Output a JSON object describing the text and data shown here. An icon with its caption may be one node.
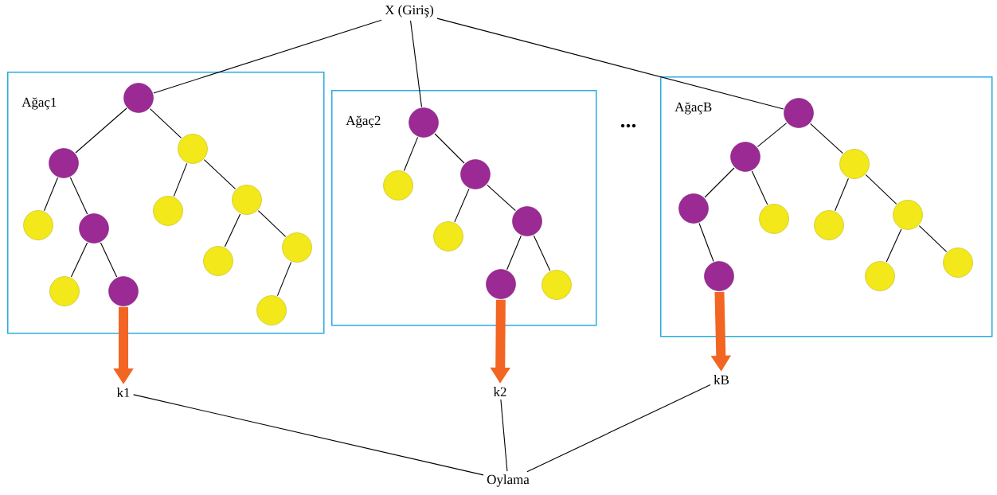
{
  "diagram": {
    "nodes": [
      {
        "text": [
          "X (Giriş)"
        ]
      },
      {
        "text": [
          "Ağaç1"
        ]
      },
      {
        "text": [],
        "shape": "circle",
        "in": 1
      },
      {
        "text": [],
        "shape": "circle",
        "in": 1
      },
      {
        "text": [],
        "shape": "circle",
        "in": 1
      },
      {
        "text": [],
        "shape": "circle",
        "in": 1
      },
      {
        "text": [],
        "shape": "circle",
        "in": 1
      },
      {
        "text": [],
        "shape": "circle",
        "in": 1
      },
      {
        "text": [],
        "shape": "circle",
        "in": 1
      },
      {
        "text": [],
        "shape": "circle",
        "in": 1
      },
      {
        "text": [],
        "shape": "circle",
        "in": 1
      },
      {
        "text": [],
        "shape": "circle",
        "in": 1
      },
      {
        "text": [],
        "shape": "circle",
        "in": 1
      },
      {
        "text": [],
        "shape": "circle",
        "in": 1
      },
      {
        "text": [
          "Ağaç2"
        ]
      },
      {
        "text": [],
        "shape": "circle",
        "in": 14
      },
      {
        "text": [],
        "shape": "circle",
        "in": 14
      },
      {
        "text": [],
        "shape": "circle",
        "in": 14
      },
      {
        "text": [],
        "shape": "circle",
        "in": 14
      },
      {
        "text": [],
        "shape": "circle",
        "in": 14
      },
      {
        "text": [],
        "shape": "circle",
        "in": 14
      },
      {
        "text": [],
        "shape": "circle",
        "in": 14
      },
      {
        "text": [
          "AğaçB"
        ]
      },
      {
        "text": [],
        "shape": "circle",
        "in": 22
      },
      {
        "text": [],
        "shape": "circle",
        "in": 22
      },
      {
        "text": [],
        "shape": "circle",
        "in": 22
      },
      {
        "text": [],
        "shape": "circle",
        "in": 22
      },
      {
        "text": [],
        "shape": "circle",
        "in": 22
      },
      {
        "text": [],
        "shape": "circle",
        "in": 22
      },
      {
        "text": [],
        "shape": "circle",
        "in": 22
      },
      {
        "text": [],
        "shape": "circle",
        "in": 22
      },
      {
        "text": [],
        "shape": "circle",
        "in": 22
      },
      {
        "text": [],
        "shape": "circle",
        "in": 22
      },
      {
        "text": [
          "k1"
        ]
      },
      {
        "text": [
          "k2"
        ]
      },
      {
        "text": [
          "kB"
        ]
      },
      {
        "text": [
          "Oylama"
        ]
      }
    ],
    "edges": [
      {
        "from": 0,
        "to": 2,
        "arrow": "none"
      },
      {
        "from": 0,
        "to": 15,
        "arrow": "none"
      },
      {
        "from": 0,
        "to": 23,
        "arrow": "none"
      },
      {
        "from": 2,
        "to": 3,
        "arrow": "none"
      },
      {
        "from": 2,
        "to": 4,
        "arrow": "none"
      },
      {
        "from": 3,
        "to": 5,
        "arrow": "none"
      },
      {
        "from": 3,
        "to": 6,
        "arrow": "none"
      },
      {
        "from": 6,
        "to": 9,
        "arrow": "none"
      },
      {
        "from": 6,
        "to": 10,
        "arrow": "none"
      },
      {
        "from": 4,
        "to": 7,
        "arrow": "none"
      },
      {
        "from": 4,
        "to": 8,
        "arrow": "none"
      },
      {
        "from": 8,
        "to": 11,
        "arrow": "none"
      },
      {
        "from": 8,
        "to": 12,
        "arrow": "none"
      },
      {
        "from": 12,
        "to": 13,
        "arrow": "none"
      },
      {
        "from": 15,
        "to": 16,
        "arrow": "none"
      },
      {
        "from": 15,
        "to": 17,
        "arrow": "none"
      },
      {
        "from": 17,
        "to": 18,
        "arrow": "none"
      },
      {
        "from": 17,
        "to": 19,
        "arrow": "none"
      },
      {
        "from": 19,
        "to": 20,
        "arrow": "none"
      },
      {
        "from": 19,
        "to": 21,
        "arrow": "none"
      },
      {
        "from": 23,
        "to": 24,
        "arrow": "none"
      },
      {
        "from": 23,
        "to": 25,
        "arrow": "none"
      },
      {
        "from": 24,
        "to": 26,
        "arrow": "none"
      },
      {
        "from": 24,
        "to": 27,
        "arrow": "none"
      },
      {
        "from": 25,
        "to": 28,
        "arrow": "none"
      },
      {
        "from": 25,
        "to": 29,
        "arrow": "none"
      },
      {
        "from": 26,
        "to": 30,
        "arrow": "none"
      },
      {
        "from": 29,
        "to": 31,
        "arrow": "none"
      },
      {
        "from": 29,
        "to": 32,
        "arrow": "none"
      },
      {
        "from": 10,
        "to": 33,
        "arrow": "to",
        "style": "thick",
        "color": "#f26522"
      },
      {
        "from": 20,
        "to": 34,
        "arrow": "to",
        "style": "thick",
        "color": "#f26522"
      },
      {
        "from": 30,
        "to": 35,
        "arrow": "to",
        "style": "thick",
        "color": "#f26522"
      },
      {
        "from": 33,
        "to": 36,
        "arrow": "none"
      },
      {
        "from": 34,
        "to": 36,
        "arrow": "none"
      },
      {
        "from": 35,
        "to": 36,
        "arrow": "none"
      }
    ],
    "labels": [
      "..."
    ]
  }
}
